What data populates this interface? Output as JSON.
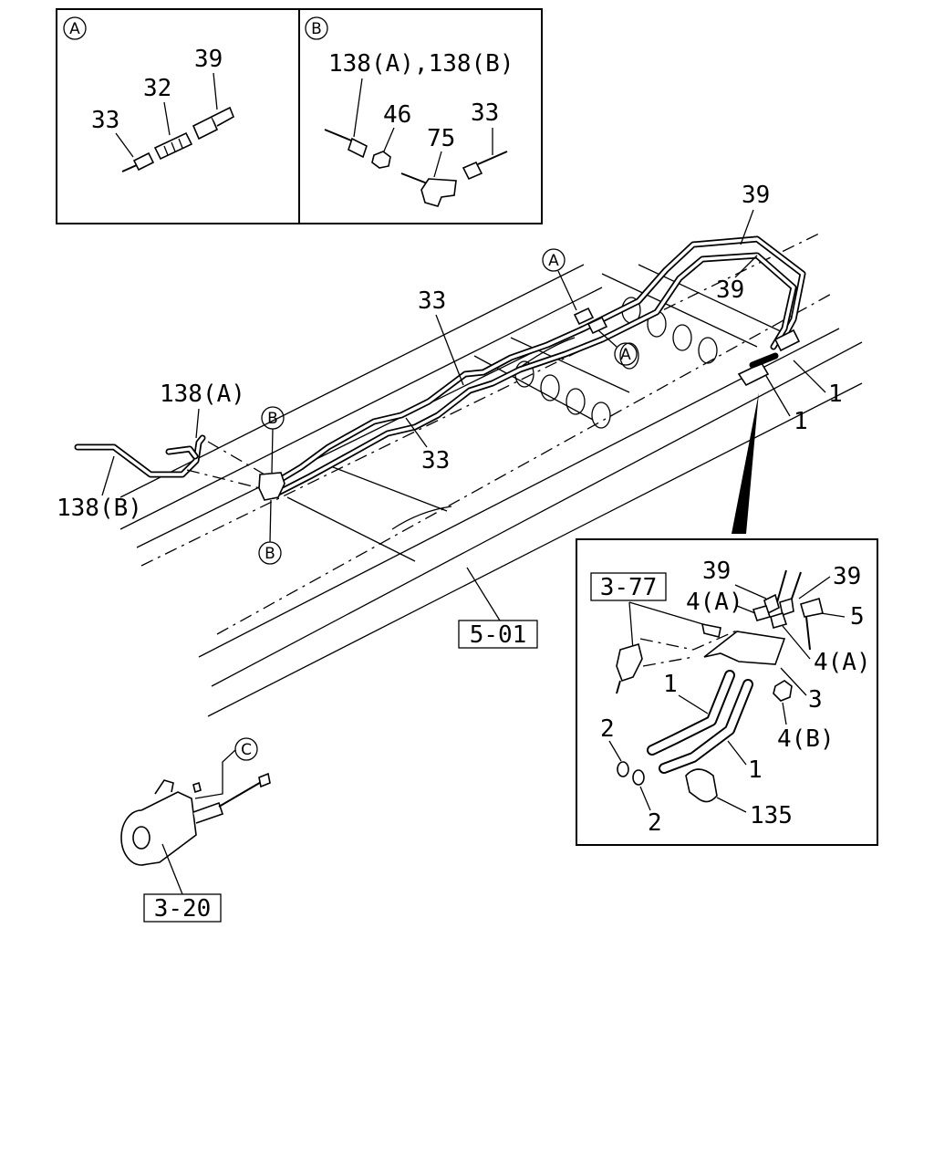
{
  "inset_a": {
    "badge": "A",
    "labels": {
      "l33": "33",
      "l32": "32",
      "l39": "39"
    }
  },
  "inset_b": {
    "badge": "B",
    "labels": {
      "l138": "138(A),138(B)",
      "l46": "46",
      "l75": "75",
      "l33": "33"
    }
  },
  "main": {
    "labels": {
      "l39a": "39",
      "l39b": "39",
      "l33a": "33",
      "l33b": "33",
      "l138a": "138(A)",
      "l138b": "138(B)",
      "l1a": "1",
      "l1b": "1",
      "ref501": "5-01"
    },
    "markers": {
      "a1": "A",
      "a2": "A",
      "b1": "B",
      "b2": "B"
    }
  },
  "detail": {
    "labels": {
      "ref377": "3-77",
      "l39a": "39",
      "l39b": "39",
      "l4a1": "4(A)",
      "l4a2": "4(A)",
      "l4b": "4(B)",
      "l5": "5",
      "l3": "3",
      "l1a": "1",
      "l1b": "1",
      "l2a": "2",
      "l2b": "2",
      "l135": "135"
    }
  },
  "motor": {
    "ref320": "3-20",
    "marker": "C"
  }
}
